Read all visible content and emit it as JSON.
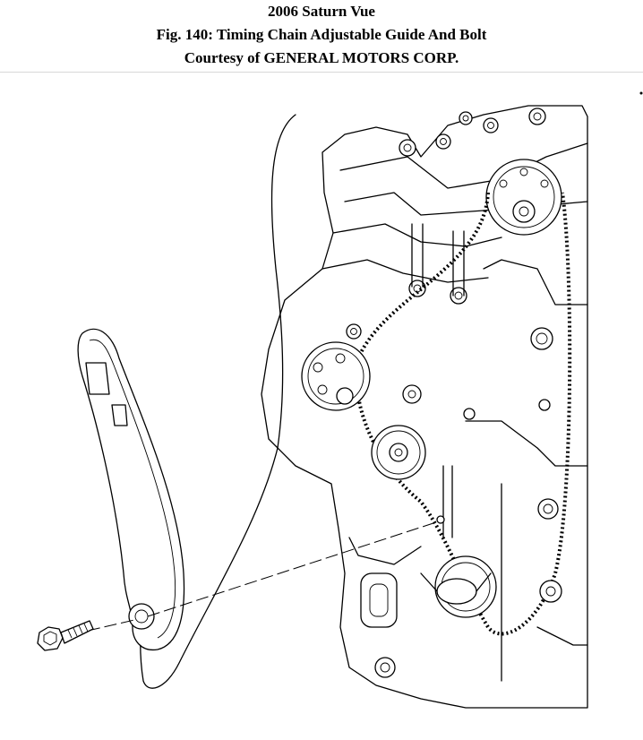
{
  "header": {
    "vehicle": "2006 Saturn Vue",
    "figure_title": "Fig. 140: Timing Chain Adjustable Guide And Bolt",
    "courtesy": "Courtesy of GENERAL MOTORS CORP."
  }
}
